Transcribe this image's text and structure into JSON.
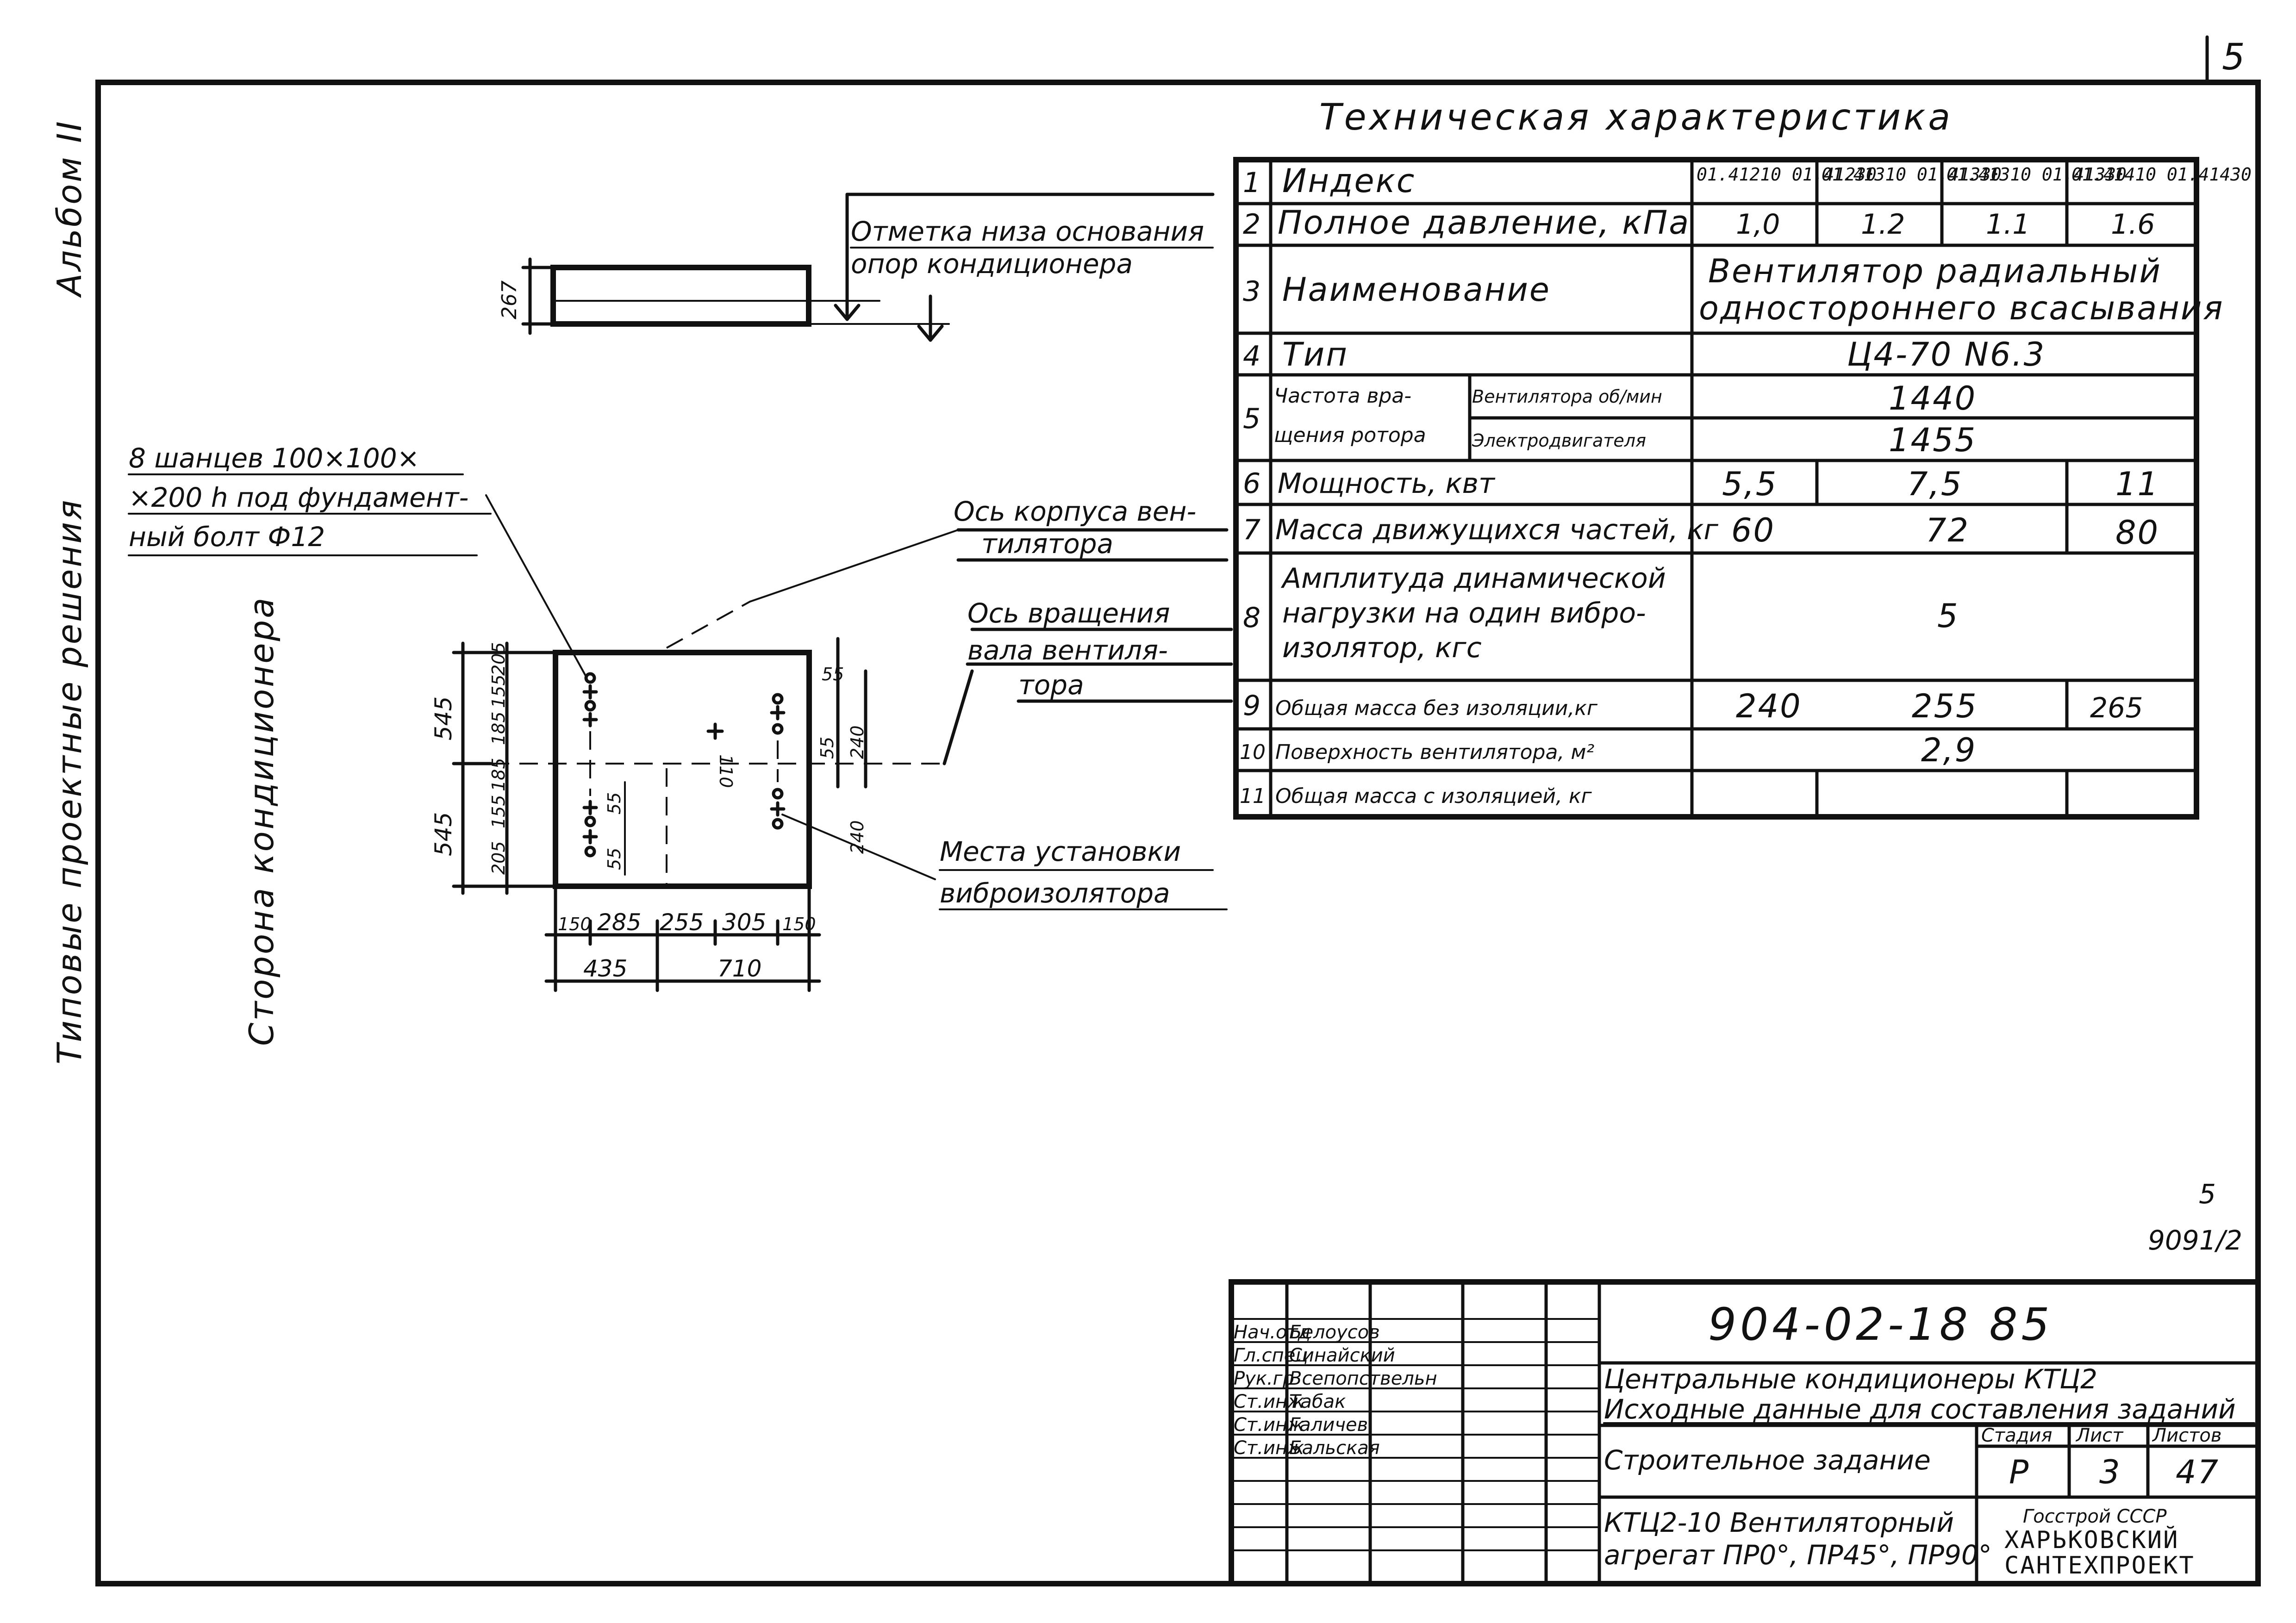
{
  "page_number": "5",
  "side_labels": {
    "album": "Альбом II",
    "series": "Типовые проектные решения",
    "side": "Сторона кондиционера"
  },
  "notes": {
    "base_mark": [
      "Отметка низа основания",
      "опор кондиционера"
    ],
    "anchors": [
      "8 шанцев 100×100×",
      "×200 h под фундамент-",
      "ный болт Ф12"
    ],
    "body_axis": [
      "Ось корпуса вен-",
      "тилятора"
    ],
    "shaft_axis": [
      "Ось вращения",
      "вала вентиля-",
      "тора"
    ],
    "isolators": [
      "Места установки",
      "виброизолятора"
    ]
  },
  "dimensions": {
    "top_height": "267",
    "left_545_top": "545",
    "left_545_bottom": "545",
    "vert_small": [
      "205",
      "155",
      "185",
      "185",
      "155",
      "205"
    ],
    "v55_right": "55",
    "v55_right2": "55",
    "v240a": "240",
    "v240b": "240",
    "v110": "110",
    "v55_inner": "55",
    "v55_inner2": "55",
    "horiz": [
      "150",
      "285",
      "255",
      "305",
      "150"
    ],
    "total_left": "435",
    "total_right": "710"
  },
  "table": {
    "title": "Техническая характеристика",
    "rows": [
      {
        "n": "1",
        "label": "Индекс",
        "values": [
          "01.41210 01.41230",
          "01.41310 01.41330",
          "01.41310 01.41330",
          "01.41410 01.41430"
        ]
      },
      {
        "n": "2",
        "label": "Полное давление, кПа",
        "values": [
          "1,0",
          "1.2",
          "1.1",
          "1.6"
        ]
      },
      {
        "n": "3",
        "label": "Наименование",
        "values": [
          "Вентилятор радиальный",
          "одностороннего всасывания"
        ]
      },
      {
        "n": "4",
        "label": "Тип",
        "values": [
          "Ц4-70 N6.3"
        ]
      },
      {
        "n": "5",
        "label": [
          "Частота вра-",
          "щения ротора"
        ],
        "sub": [
          "Вентилятора об/мин",
          "Электродвигателя"
        ],
        "values": [
          "1440",
          "1455"
        ]
      },
      {
        "n": "6",
        "label": "Мощность, квт",
        "values": [
          "5,5",
          "7,5",
          "11"
        ]
      },
      {
        "n": "7",
        "label": "Масса движущихся частей, кг",
        "values": [
          "60",
          "72",
          "80"
        ]
      },
      {
        "n": "8",
        "label": [
          "Амплитуда динамической",
          "нагрузки на один вибро-",
          "изолятор, кгс"
        ],
        "values": [
          "5"
        ]
      },
      {
        "n": "9",
        "label": "Общая масса без изоляции,кг",
        "values": [
          "240",
          "255",
          "265"
        ]
      },
      {
        "n": "10",
        "label": "Поверхность вентилятора, м²",
        "values": [
          "2,9"
        ]
      },
      {
        "n": "11",
        "label": "Общая масса с изоляцией, кг",
        "values": []
      }
    ]
  },
  "corner_mark": [
    "5",
    "9091/2"
  ],
  "stamp": {
    "doc_number": "904-02-18 85",
    "title1": "Центральные кондиционеры КТЦ2",
    "title2": "Исходные данные для составления заданий",
    "section": "Строительное задание",
    "drawing": [
      "КТЦ2-10 Вентиляторный",
      "агрегат ПР0°, ПР45°, ПР90°"
    ],
    "headers": [
      "Стадия",
      "Лист",
      "Листов"
    ],
    "stage": "Р",
    "sheet": "3",
    "sheets": "47",
    "org": [
      "Госстрой СССР",
      "ХАРЬКОВСКИЙ",
      "САНТЕХПРОЕКТ"
    ],
    "signers": [
      {
        "role": "Нач.отд",
        "name": "Белоусов"
      },
      {
        "role": "Гл.спец",
        "name": "Синайский"
      },
      {
        "role": "Рук.гр",
        "name": "Всепопствельн"
      },
      {
        "role": "Ст.инж",
        "name": "Табак"
      },
      {
        "role": "Ст.инж",
        "name": "Галичев"
      },
      {
        "role": "Ст.инж",
        "name": "Бальская"
      }
    ]
  }
}
